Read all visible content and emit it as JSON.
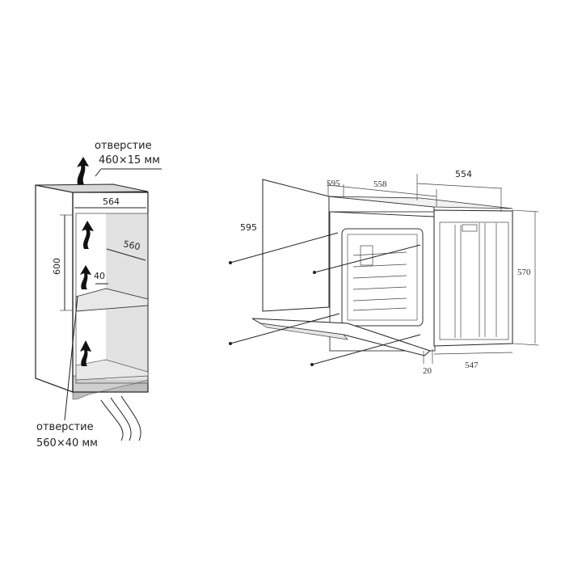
{
  "cabinet": {
    "top_opening_label": "отверстие",
    "top_opening_size": "460×15 мм",
    "bottom_opening_label": "отверстие",
    "bottom_opening_size": "560×40 мм",
    "dim_width": "564",
    "dim_depth": "560",
    "dim_height": "600",
    "dim_gap": "40"
  },
  "oven": {
    "dim_front_height": "595",
    "dim_front_thickness": "595",
    "dim_body_depth": "558",
    "dim_top_width": "554",
    "dim_body_height": "570",
    "dim_door_offset": "20",
    "dim_bottom_width": "547"
  },
  "colors": {
    "line": "#222222",
    "fill_gray": "#e2e2e2",
    "plinth": "#cfcfcf"
  }
}
